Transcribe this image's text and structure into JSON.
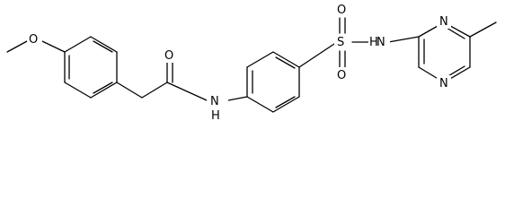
{
  "molecule": {
    "atom_labels": {
      "methoxy_oxygen": "O",
      "carbonyl_oxygen": "O",
      "amide_nitrogen": "N",
      "amide_hydrogen": "H",
      "sulfur": "S",
      "sulfonyl_oxygen_top": "O",
      "sulfonyl_oxygen_bottom": "O",
      "sulfonamide_nitrogen": "N",
      "sulfonamide_hydrogen": "H",
      "pyrimidine_nitrogen_top": "N",
      "pyrimidine_nitrogen_bottom": "N"
    }
  },
  "colors": {
    "stroke": "#000000",
    "background": "#ffffff"
  }
}
